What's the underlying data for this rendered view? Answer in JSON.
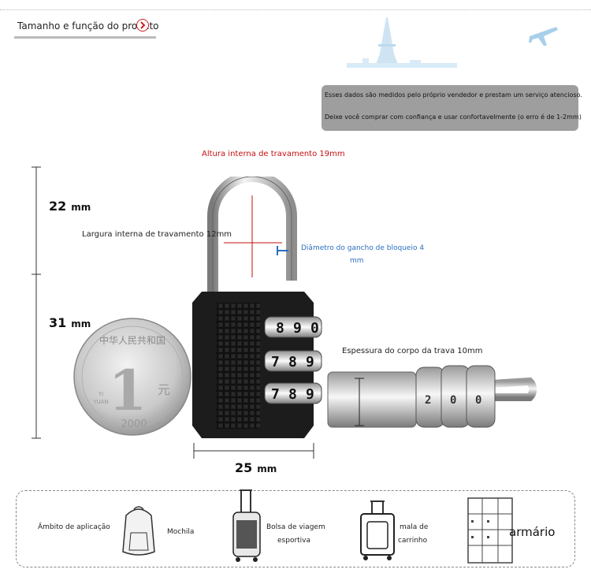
{
  "header": {
    "title": "Tamanho e função do produto"
  },
  "notice": {
    "line1": "Esses dados são medidos pelo próprio vendedor e prestam um serviço atencioso.",
    "line2": "Deixe você comprar com confiança e usar confortavelmente (o erro é de 1-2mm)"
  },
  "labels": {
    "shackle_height": "Altura interna de travamento 19mm",
    "shackle_width": "Largura interna de travamento 12mm",
    "shackle_diameter_line1": "Diâmetro do gancho de bloqueio 4",
    "shackle_diameter_line2": "mm",
    "body_thickness": "Espessura do corpo da trava 10mm"
  },
  "dimensions": {
    "top_value": "22",
    "top_unit": "mm",
    "middle_value": "31",
    "middle_unit": "mm",
    "width_value": "25",
    "width_unit": "mm"
  },
  "dials": {
    "row1": [
      "8",
      "9",
      "0"
    ],
    "row2": [
      "7",
      "8",
      "9"
    ],
    "row3": [
      "7",
      "8",
      "9"
    ]
  },
  "side_dials": [
    "2",
    "0",
    "0"
  ],
  "coin": {
    "big_numeral": "1",
    "yuan_char": "元",
    "pinyin_line1": "YI",
    "pinyin_line2": "YUAN",
    "year": "2000",
    "top_text": "中华人民共和国"
  },
  "applications": {
    "heading": "Âmbito de aplicação",
    "backpack": "Mochila",
    "suitcase_line1": "Bolsa de viagem",
    "suitcase_line2": "esportiva",
    "trolley_line1": "mala de",
    "trolley_line2": "carrinho",
    "locker": "armário"
  },
  "colors": {
    "accent_red": "#c41010",
    "accent_blue": "#2a6fc0",
    "notice_bg": "#9e9e9e",
    "lock_body": "#1c1c1c"
  }
}
